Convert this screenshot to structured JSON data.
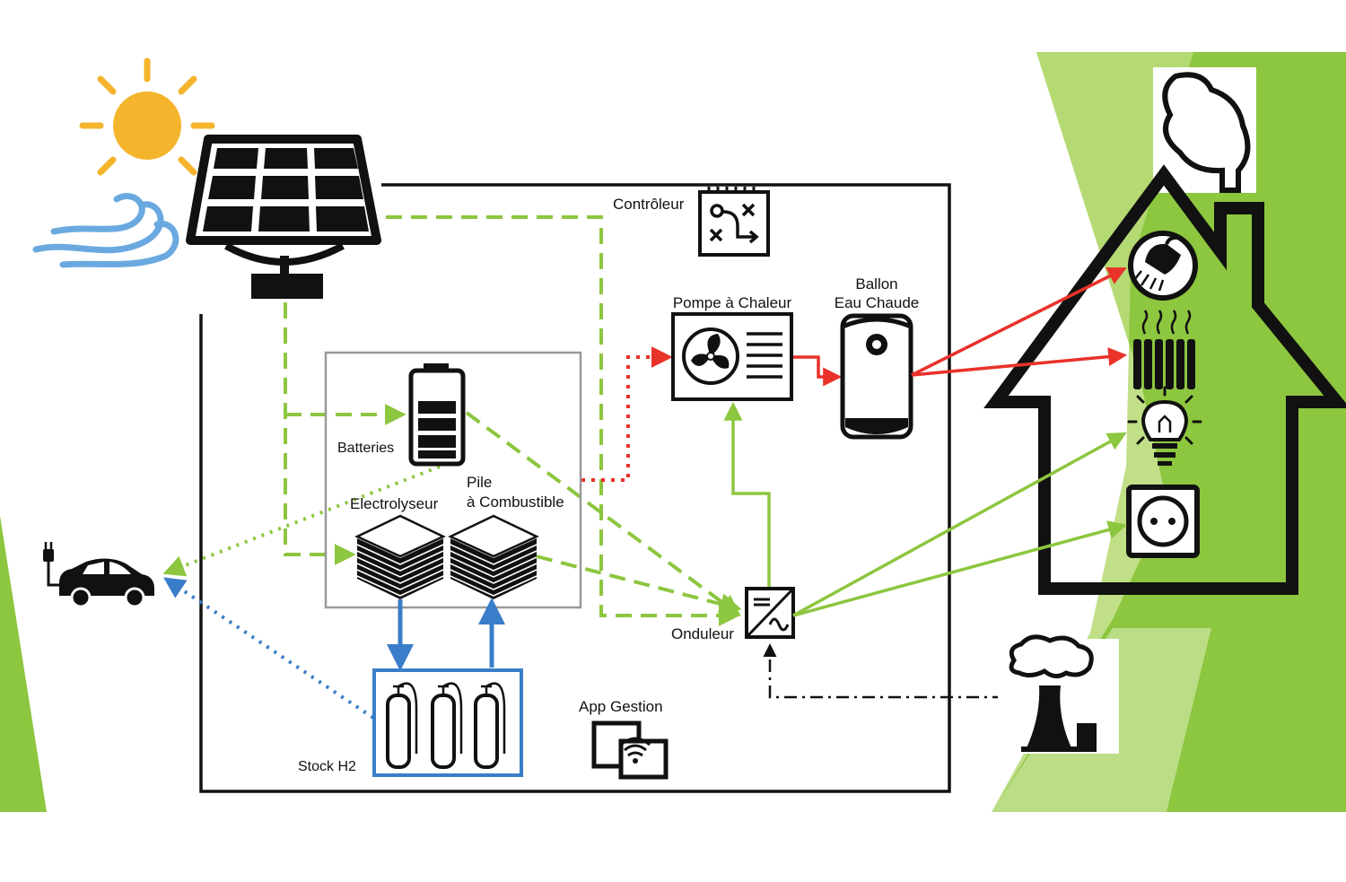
{
  "labels": {
    "controleur": "Contrôleur",
    "pompe_a_chaleur": "Pompe à Chaleur",
    "ballon_line1": "Ballon",
    "ballon_line2": "Eau Chaude",
    "batteries": "Batteries",
    "electrolyseur": "Electrolyseur",
    "pile_line1": "Pile",
    "pile_line2": "à Combustible",
    "onduleur": "Onduleur",
    "app_gestion": "App Gestion",
    "stock_h2": "Stock H2"
  },
  "colors": {
    "green_accent": "#8dc63f",
    "green_light": "#b9dc7a",
    "red_heat": "#e8322a",
    "blue_h2": "#3a7dc9",
    "sun": "#f4b42c",
    "wind": "#6aa9e0",
    "outline": "#111111"
  },
  "icons": [
    "sun-icon",
    "wind-icon",
    "solar-panel-icon",
    "controller-icon",
    "heat-pump-icon",
    "water-heater-icon",
    "battery-icon",
    "electrolyser-icon",
    "fuel-cell-icon",
    "hydrogen-tank-icon",
    "inverter-icon",
    "app-icon",
    "car-icon",
    "house-icon",
    "shower-icon",
    "radiator-icon",
    "lightbulb-icon",
    "power-outlet-icon",
    "smoke-icon",
    "power-plant-icon"
  ]
}
